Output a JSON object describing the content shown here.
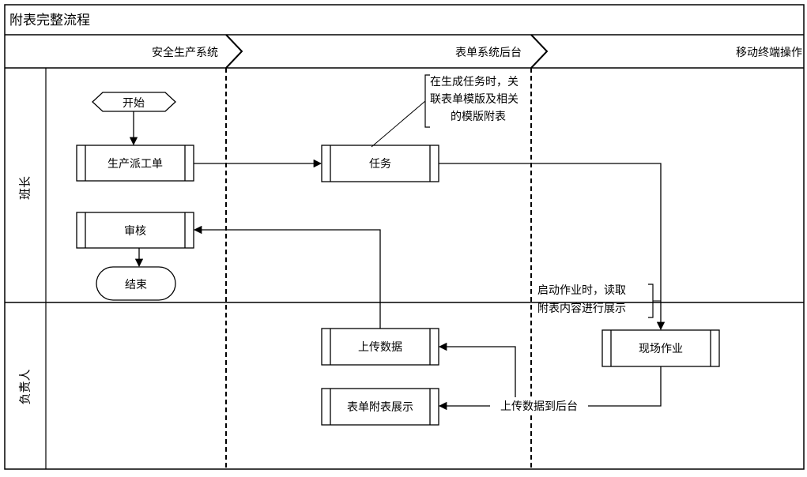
{
  "title": "附表完整流程",
  "phases": [
    "安全生产系统",
    "表单系统后台",
    "移动终端操作"
  ],
  "lanes": [
    "班长",
    "负责人"
  ],
  "nodes": {
    "start": "开始",
    "dispatch": "生产派工单",
    "audit": "审核",
    "end": "结束",
    "task": "任务",
    "upload": "上传数据",
    "display": "表单附表展示",
    "field": "现场作业"
  },
  "notes": {
    "task_note": [
      "在生成任务时，关",
      "联表单模版及相关",
      "的模版附表"
    ],
    "field_note": [
      "启动作业时，读取",
      "附表内容进行展示"
    ]
  },
  "edge_labels": {
    "upload_backend": "上传数据到后台"
  }
}
